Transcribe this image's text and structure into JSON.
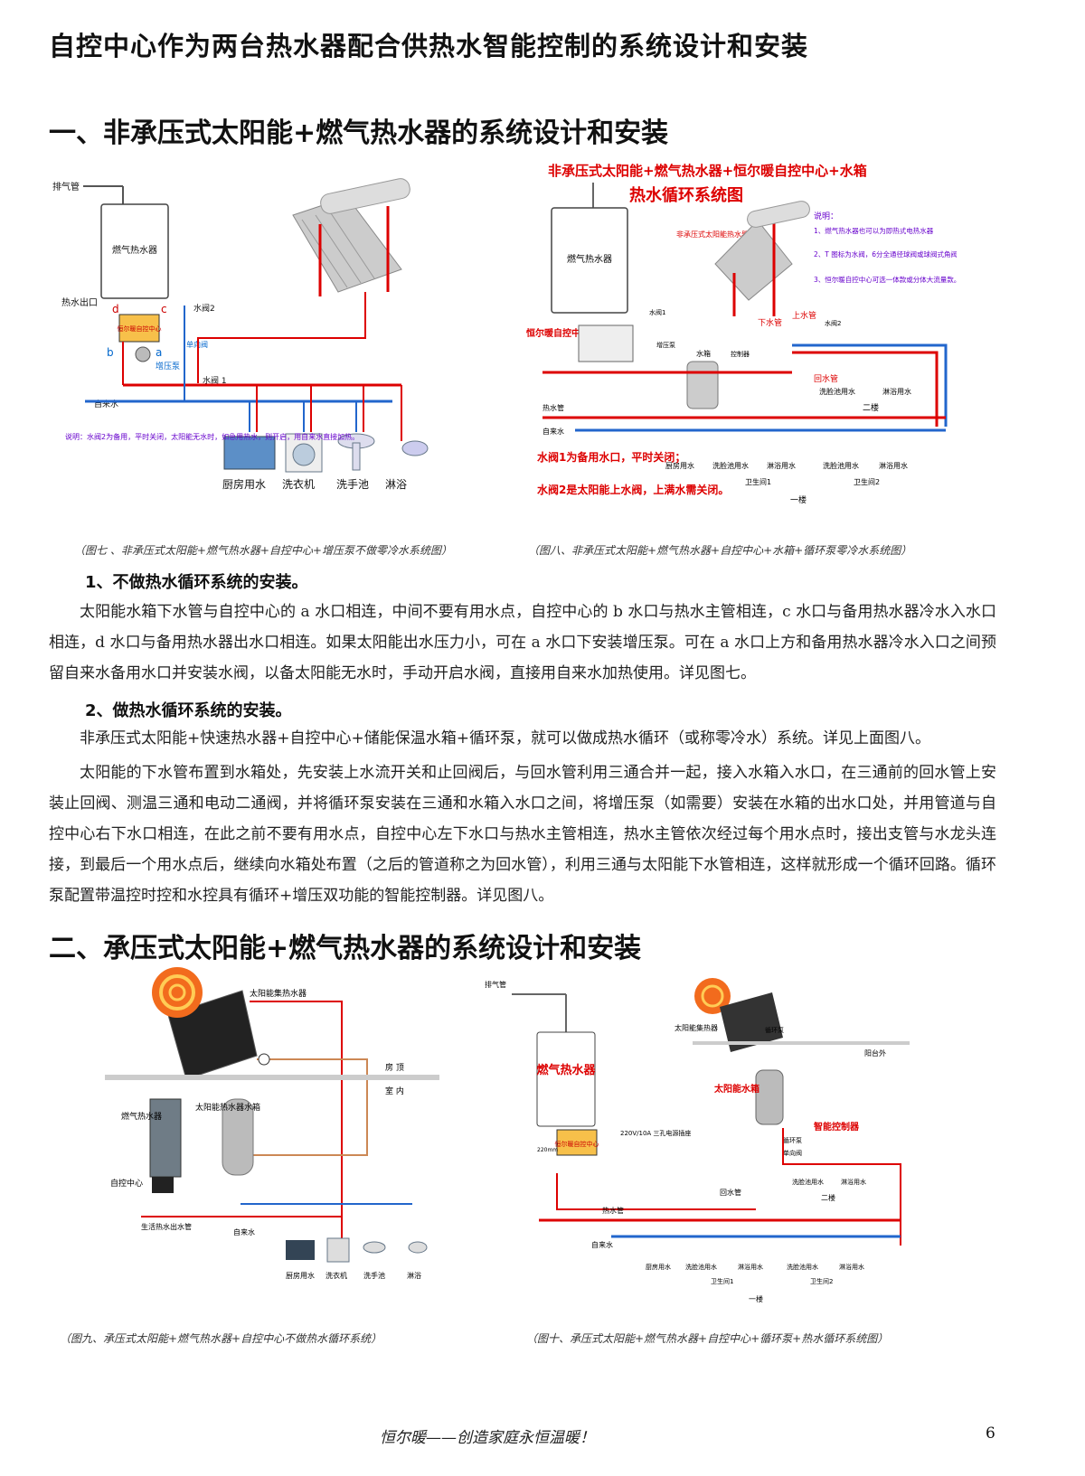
{
  "doc": {
    "title": "自控中心作为两台热水器配合供热水智能控制的系统设计和安装",
    "section1_title": "一、非承压式太阳能+燃气热水器的系统设计和安装",
    "section2_title": "二、承压式太阳能+燃气热水器的系统设计和安装",
    "fig7_caption": "（图七 、非承压式太阳能+燃气热水器+自控中心+增压泵不做零冷水系统图）",
    "fig8_caption": "（图八、非承压式太阳能+燃气热水器+自控中心+水箱+循环泵零冷水系统图）",
    "fig9_caption": "（图九、承压式太阳能+燃气热水器+自控中心不做热水循环系统）",
    "fig10_caption": "（图十、承压式太阳能+燃气热水器+自控中心+循环泵+热水循环系统图）",
    "sub1": "1、不做热水循环系统的安装。",
    "para1": "太阳能水箱下水管与自控中心的 a 水口相连，中间不要有用水点，自控中心的 b 水口与热水主管相连，c 水口与备用热水器冷水入水口相连，d 水口与备用热水器出水口相连。如果太阳能出水压力小，可在 a 水口下安装增压泵。可在 a 水口上方和备用热水器冷水入口之间预留自来水备用水口并安装水阀，以备太阳能无水时，手动开启水阀，直接用自来水加热使用。详见图七。",
    "sub2": "2、做热水循环系统的安装。",
    "para2": "非承压式太阳能+快速热水器+自控中心+储能保温水箱+循环泵，就可以做成热水循环（或称零冷水）系统。详见上面图八。",
    "para3": "太阳能的下水管布置到水箱处，先安装上水流开关和止回阀后，与回水管利用三通合并一起，接入水箱入水口，在三通前的回水管上安装止回阀、测温三通和电动二通阀，并将循环泵安装在三通和水箱入水口之间，将增压泵（如需要）安装在水箱的出水口处，并用管道与自控中心右下水口相连，在此之前不要有用水点，自控中心左下水口与热水主管相连，热水主管依次经过每个用水点时，接出支管与水龙头连接，到最后一个用水点后，继续向水箱处布置（之后的管道称之为回水管），利用三通与太阳能下水管相连，这样就形成一个循环回路。循环泵配置带温控时控和水控具有循环+增压双功能的智能控制器。详见图八。",
    "footer": "恒尔暖——创造家庭永恒温暖！",
    "page_number": "6"
  },
  "fig7": {
    "exhaust": "排气管",
    "heater": "燃气热水器",
    "hot_out": "热水出口",
    "valve2": "水阀2",
    "center": "恒尔暖自控中心",
    "boost_pump": "增压泵",
    "check_valve": "单向阀",
    "valve1": "水阀 1",
    "tap_water": "自来水",
    "note": "说明：水阀2为备用，平时关闭，太阳能无水时，如急用热水，则开启，用自来水直接加热。",
    "port_a": "a",
    "port_b": "b",
    "port_c": "c",
    "port_d": "d",
    "points": [
      "厨房用水",
      "洗衣机",
      "洗手池",
      "淋浴"
    ]
  },
  "fig8": {
    "title1": "非承压式太阳能+燃气热水器+恒尔暖自控中心+水箱",
    "title2": "热水循环系统图",
    "solar_label": "非承压式太阳能热水器",
    "heater": "燃气热水器",
    "center": "恒尔暖自控中心",
    "notes": [
      "说明：",
      "1、燃气热水器也可以为即热式电热水器",
      "2、T 图标为水阀，6分全通径球阀或球阀式角阀，不要用陶瓷阀芯角阀",
      "3、恒尔暖自控中心可选一体款或分体大流量款。"
    ],
    "down_pipe": "下水管",
    "up_pipe": "上水管",
    "return_pipe": "回水管",
    "valve1": "水阀1",
    "valve2": "水阀2",
    "pump": "增压泵",
    "tank": "水箱",
    "controller": "控制器",
    "hot_pipe": "热水管",
    "tap_water": "自来水",
    "floor2": "二楼",
    "floor1": "一楼",
    "f2_points": [
      "洗脸池用水",
      "淋浴用水"
    ],
    "f1_points": [
      "厨房用水",
      "洗脸池用水",
      "淋浴用水",
      "洗脸池用水",
      "淋浴用水"
    ],
    "bath1": "卫生间1",
    "bath2": "卫生间2",
    "note_v1": "水阀1为备用水口，平时关闭；",
    "note_v2": "水阀2是太阳能上水阀，上满水需关闭。"
  },
  "fig9": {
    "collector": "太阳能集热水器",
    "roof": "房 顶",
    "indoor": "室 内",
    "heater": "燃气热水器",
    "tank": "太阳能热水器水箱",
    "center": "自控中心",
    "hot_main": "生活热水出水管",
    "tap_water": "自来水",
    "points": [
      "厨房用水",
      "洗衣机",
      "洗手池",
      "淋浴"
    ]
  },
  "fig10": {
    "exhaust": "排气管",
    "collector": "太阳能集热器",
    "circ_pump": "循环泵",
    "balcony": "阳台外",
    "heater": "燃气热水器",
    "tank": "太阳能水箱",
    "controller": "智能控制器",
    "pump2": "循环泵",
    "check": "单向阀",
    "power": "220V/10A 三孔电源插座",
    "center": "恒尔暖自控中心",
    "height": "220mm",
    "hot_pipe": "热水管",
    "return_pipe": "回水管",
    "tap_water": "自来水",
    "floor2": "二楼",
    "floor1": "一楼",
    "f2_points": [
      "洗脸池用水",
      "淋浴用水"
    ],
    "f1_points": [
      "厨房用水",
      "洗脸池用水",
      "淋浴用水",
      "洗脸池用水",
      "淋浴用水"
    ],
    "bath1": "卫生间1",
    "bath2": "卫生间2"
  }
}
